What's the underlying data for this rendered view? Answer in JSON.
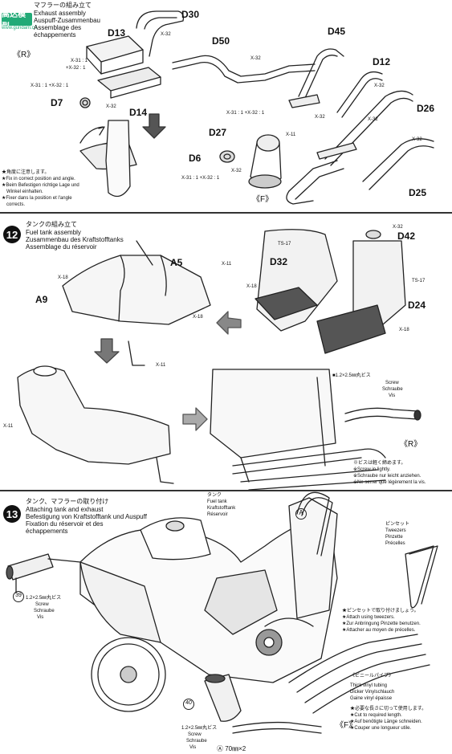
{
  "watermark": {
    "text": "高达模型",
    "sub": "www.gundam.cn"
  },
  "step11": {
    "title_jp": "マフラーの組み立て",
    "title_en": "Exhaust assembly",
    "title_de": "Auspuff-Zusammenbau",
    "title_fr1": "Assemblage des",
    "title_fr2": "échappements",
    "side_r": "《R》",
    "side_f": "《F》",
    "parts": [
      "D30",
      "D13",
      "D50",
      "D45",
      "D12",
      "D7",
      "D14",
      "D27",
      "D6",
      "D26",
      "D25"
    ],
    "codes": {
      "x32": "X-32",
      "x31_1": "X-31 : 1",
      "x32_1": "+X-32 : 1",
      "x31_x32": "X-31 : 1 +X-32 : 1",
      "x11": "X-11"
    },
    "note_jp": "★角度に注意します。",
    "note_en": "★Fix in correct position and angle.",
    "note_de1": "★Beim Befestigen richtige Lage und",
    "note_de2": "Winkel einhalten.",
    "note_fr1": "★Fixer dans la position et l'angle",
    "note_fr2": "corrects."
  },
  "step12": {
    "number": "12",
    "title_jp": "タンクの組み立て",
    "title_en": "Fuel tank assembly",
    "title_de": "Zusammenbau des Kraftstofftanks",
    "title_fr": "Assemblage du réservoir",
    "parts": [
      "A5",
      "A9",
      "D32",
      "D42",
      "D24"
    ],
    "codes": {
      "x11": "X-11",
      "x18": "X-18",
      "x32": "X-32",
      "ts17": "TS-17"
    },
    "screw_size": "■1.2×2.5㎜丸ビス",
    "screw_en": "Screw",
    "screw_de": "Schraube",
    "screw_fr": "Vis",
    "side_r": "《R》",
    "note_jp": "※ビスは軽く締めます。",
    "note_en": "※Screw in lightly.",
    "note_de": "※Schraube nur leicht anziehen.",
    "note_fr": "※Ne serrer que légèrement la vis."
  },
  "step13": {
    "number": "13",
    "title_jp": "タンク、マフラーの取り付け",
    "title_en": "Attaching tank and exhaust",
    "title_de": "Befestigung von Kraftstofftank und Auspuff",
    "title_fr1": "Fixation du réservoir et des",
    "title_fr2": "échappements",
    "tank_jp": "タンク",
    "tank_en": "Fuel tank",
    "tank_de": "Kraftstofftank",
    "tank_fr": "Réservoir",
    "pincette_jp": "ピンセット",
    "pincette_en": "Tweezers",
    "pincette_de": "Pinzette",
    "pincette_fr": "Précelles",
    "tweez_note_jp": "★ピンセットで取り付けましょう。",
    "tweez_note_en": "★Attach using tweezers.",
    "tweez_note_de": "★Zur Anbringung Pinzette benutzen.",
    "tweez_note_fr": "★Attacher au moyen de précelles.",
    "vinyl_jp": "《ビニールパイプ》",
    "vinyl_en": "Thick vinyl tubing",
    "vinyl_de": "Dicker Vinylschlauch",
    "vinyl_fr": "Gaine vinyl épaisse",
    "cut_jp": "★必要な長さに切って使用します。",
    "cut_en": "★Cut to required length.",
    "cut_de": "★Auf benötigte Länge schneiden.",
    "cut_fr": "★Couper une longueur utile.",
    "screw1_size": "1.2×2.5㎜丸ビス",
    "screw1_en": "Screw",
    "screw1_de": "Schraube",
    "screw1_fr": "Vis",
    "screw2_size": "1.2×2.5㎜丸ビス",
    "screw2_en": "Screw",
    "screw2_de": "Schraube",
    "screw2_fr": "Vis",
    "callout_a": "A",
    "bottom_note": "Ⓐ 70㎜×2",
    "num39": "39",
    "num40": "40",
    "side_f": "《F》"
  }
}
